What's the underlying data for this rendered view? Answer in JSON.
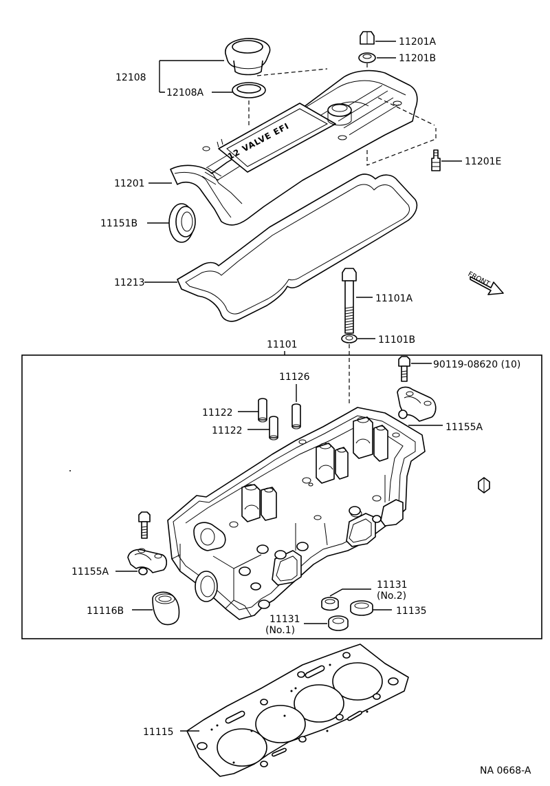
{
  "diagram_id": "NA 0668-A",
  "front_label": "FRONT",
  "cover_text": "12 VALVE EFI",
  "callouts": {
    "c12108": "12108",
    "c12108A": "12108A",
    "c11201A": "11201A",
    "c11201B": "11201B",
    "c11201": "11201",
    "c11201E": "11201E",
    "c11151B": "11151B",
    "c11213": "11213",
    "c11101A": "11101A",
    "c11101B": "11101B",
    "c11101": "11101",
    "c90119": "90119-08620 (10)",
    "c11126": "11126",
    "c11122a": "11122",
    "c11122b": "11122",
    "c11155A_r": "11155A",
    "c11155A_l": "11155A",
    "c11116B": "11116B",
    "c11131_no2": "11131",
    "c11131_no2_sub": "(No.2)",
    "c11135": "11135",
    "c11131_no1": "11131",
    "c11131_no1_sub": "(No.1)",
    "c11115": "11115"
  }
}
